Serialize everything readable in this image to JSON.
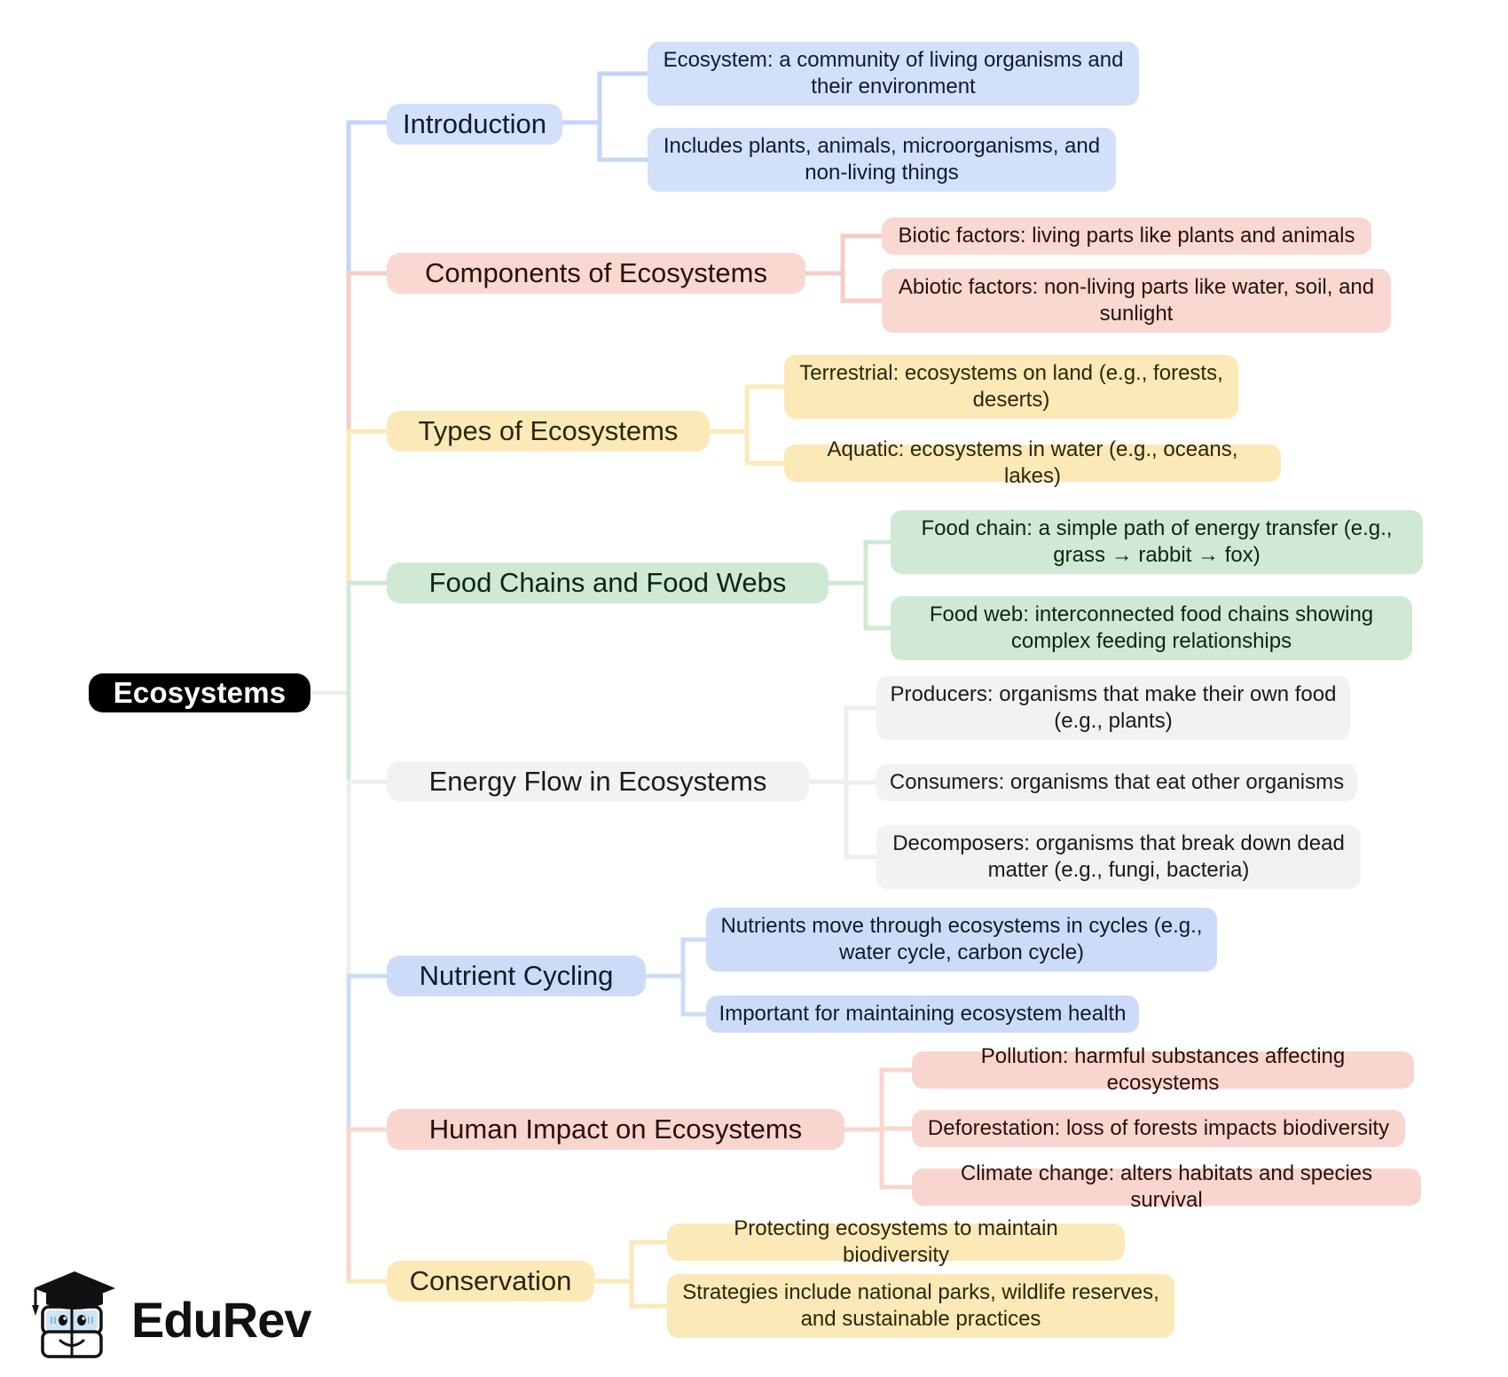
{
  "map": {
    "root": {
      "label": "Ecosystems"
    },
    "branches": [
      {
        "label": "Introduction",
        "color": "#d3e0fa",
        "link_color": "#c3d6f7",
        "palette": "c-blue",
        "children": [
          "Ecosystem: a community of living organisms and their environment",
          "Includes plants, animals, microorganisms, and non-living things"
        ]
      },
      {
        "label": "Components of Ecosystems",
        "color": "#f9d8d2",
        "link_color": "#f6cdc6",
        "palette": "c-pink",
        "children": [
          "Biotic factors: living parts like plants and animals",
          "Abiotic factors: non-living parts like water, soil, and sunlight"
        ]
      },
      {
        "label": "Types of Ecosystems",
        "color": "#fbeab7",
        "link_color": "#fbeab7",
        "palette": "c-yellow",
        "children": [
          "Terrestrial: ecosystems on land (e.g., forests, deserts)",
          "Aquatic: ecosystems in water (e.g., oceans, lakes)"
        ]
      },
      {
        "label": "Food Chains and Food Webs",
        "color": "#cfe9d4",
        "link_color": "#cfe9d4",
        "palette": "c-green",
        "children": [
          "Food chain: a simple path of energy transfer (e.g., grass → rabbit → fox)",
          "Food web: interconnected food chains showing complex feeding relationships"
        ]
      },
      {
        "label": "Energy Flow in Ecosystems",
        "color": "#f1f2f4",
        "link_color": "#eceef0",
        "palette": "c-gray",
        "children": [
          "Producers: organisms that make their own food (e.g., plants)",
          "Consumers: organisms that eat other organisms",
          "Decomposers: organisms that break down dead matter (e.g., fungi, bacteria)"
        ]
      },
      {
        "label": "Nutrient Cycling",
        "color": "#ccdcf8",
        "link_color": "#ccdcf8",
        "palette": "c-blue2",
        "children": [
          "Nutrients move through ecosystems in cycles (e.g., water cycle, carbon cycle)",
          "Important for maintaining ecosystem health"
        ]
      },
      {
        "label": "Human Impact on Ecosystems",
        "color": "#f8d6cf",
        "link_color": "#f8d6cf",
        "palette": "c-pink2",
        "children": [
          "Pollution: harmful substances affecting ecosystems",
          "Deforestation: loss of forests impacts biodiversity",
          "Climate change: alters habitats and species survival"
        ]
      },
      {
        "label": "Conservation",
        "color": "#fbeab7",
        "link_color": "#fbeab7",
        "palette": "c-yellow2",
        "children": [
          "Protecting ecosystems to maintain biodiversity",
          "Strategies include national parks, wildlife reserves, and sustainable practices"
        ]
      }
    ]
  },
  "logo": {
    "text": "EduRev",
    "mark": "graduation-cap-book-mascot"
  }
}
